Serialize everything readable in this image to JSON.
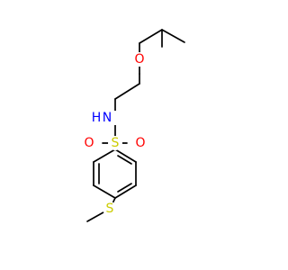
{
  "molecule": {
    "atoms": {
      "O": {
        "label": "O",
        "color": "#FF0000"
      },
      "NH": {
        "label": "H",
        "color": "#0000FF"
      },
      "N": {
        "label": "N",
        "color": "#0000FF"
      },
      "S1": {
        "label": "S",
        "color": "#CCCC00"
      },
      "O1": {
        "label": "O",
        "color": "#FF0000"
      },
      "O2": {
        "label": "O",
        "color": "#FF0000"
      },
      "S2": {
        "label": "S",
        "color": "#CCCC00"
      }
    }
  }
}
